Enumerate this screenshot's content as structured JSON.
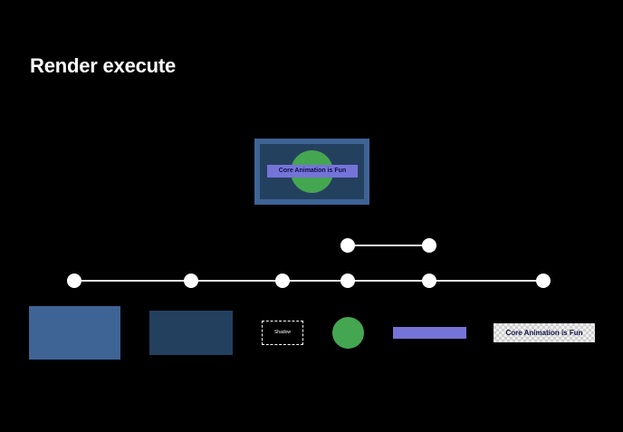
{
  "slide": {
    "title": "Render execute"
  },
  "composite": {
    "banner_text": "Core Animation is Fun"
  },
  "stages": {
    "shadow_label": "Shadow",
    "text_layer_label": "Core Animation is Fun"
  },
  "colors": {
    "background": "#000000",
    "layer_blue": "#3e6496",
    "layer_dark_blue": "#24405f",
    "circle_green": "#45a651",
    "banner_purple": "#7673d8",
    "timeline": "#ffffff"
  },
  "icons": {
    "timeline_node": "circle-dot"
  }
}
